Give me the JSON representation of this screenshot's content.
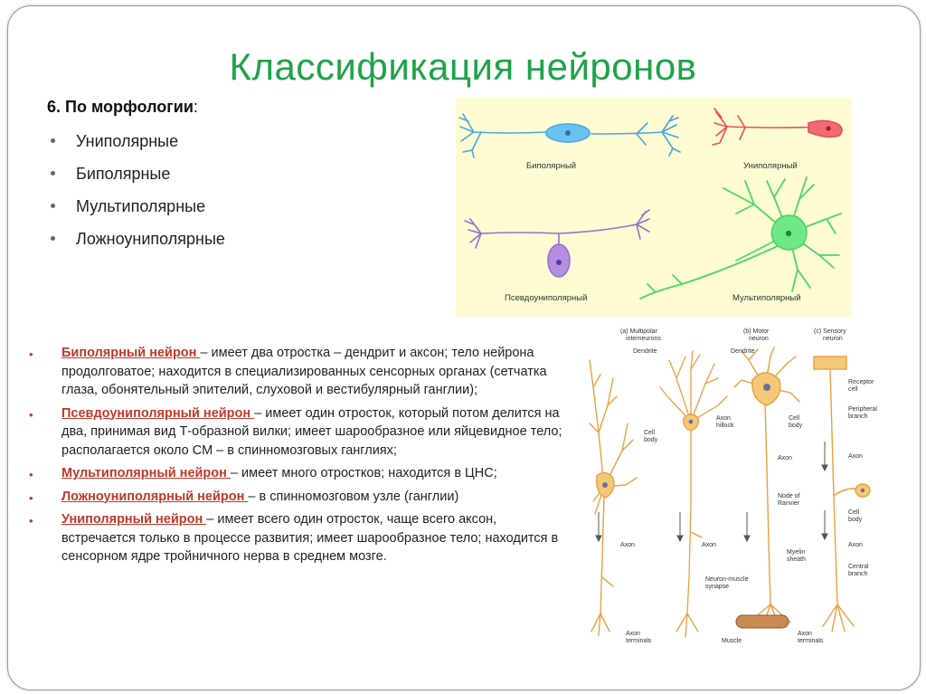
{
  "title": "Классификация нейронов",
  "heading": {
    "number": "6. По морфологии",
    "colon": ":"
  },
  "morphology_types": [
    "Униполярные",
    "Биполярные",
    "Мультиполярные",
    "Ложноуниполярные"
  ],
  "definitions": [
    {
      "term": "Биполярный нейрон ",
      "text": " – имеет два отростка – дендрит и аксон; тело нейрона продолговатое; находится в специализированных сенсорных органах (сетчатка глаза, обонятельный эпителий, слуховой и вестибулярный ганглии);"
    },
    {
      "term": "Псевдоуниполярный нейрон ",
      "text": " – имеет один отросток, который потом делится на два, принимая вид Т-образной вилки; имеет шарообразное или яйцевидное тело; располагается около СМ – в спинномозговых ганглиях;"
    },
    {
      "term": "Мультиполярный нейрон ",
      "text": " – имеет много отростков; находится в ЦНС;"
    },
    {
      "term": "Ложноуниполярный нейрон ",
      "text": " – в спинномозговом узле (ганглии)"
    },
    {
      "term": "Униполярный нейрон ",
      "text": " – имеет всего один отросток, чаще всего аксон, встречается только в процессе развития; имеет шарообразное тело; находится в сенсорном ядре тройничного нерва в среднем мозге."
    }
  ],
  "neuron_panel_labels": {
    "bipolar": "Биполярный",
    "unipolar": "Униполярный",
    "pseudounipolar": "Псевдоуниполярный",
    "multipolar": "Мультиполярный"
  },
  "figure_labels": {
    "col_a": [
      "(a) Multipolar",
      "interneurons"
    ],
    "col_b": [
      "(b) Motor",
      "neuron"
    ],
    "col_c": [
      "(c) Sensory",
      "neuron"
    ],
    "dendrite_a": "Dendrite",
    "dendrite_b": "Dendrite",
    "cell_body_a": [
      "Cell",
      "body"
    ],
    "axon_hillock": [
      "Axon",
      "hillock"
    ],
    "cell_body_b": [
      "Cell",
      "body"
    ],
    "receptor_cell": [
      "Receptor",
      "cell"
    ],
    "peripheral_branch": [
      "Peripheral",
      "branch"
    ],
    "axon_b": "Axon",
    "axon_c": "Axon",
    "node_of_ranvier": [
      "Node of",
      "Ranvier"
    ],
    "cell_body_c": [
      "Cell",
      "body"
    ],
    "axon_a1": "Axon",
    "axon_a2": "Axon",
    "axon_c2": "Axon",
    "myelin_sheath": [
      "Myelin",
      "sheath"
    ],
    "central_branch": [
      "Central",
      "branch"
    ],
    "neuron_muscle_synapse": [
      "Neuron-muscle",
      "synapse"
    ],
    "axon_terminals_a": [
      "Axon",
      "terminals"
    ],
    "muscle": "Muscle",
    "axon_terminals_c": [
      "Axon",
      "terminals"
    ]
  },
  "colors": {
    "title": "#1fa34a",
    "term": "#c0392b",
    "panel_bg": "#fdfbd2",
    "bipolar": "#4aa8e0",
    "unipolar": "#e8505b",
    "pseudounipolar": "#9a6fd0",
    "multipolar": "#4fd66a",
    "figure_neuron": "#e8a040"
  }
}
